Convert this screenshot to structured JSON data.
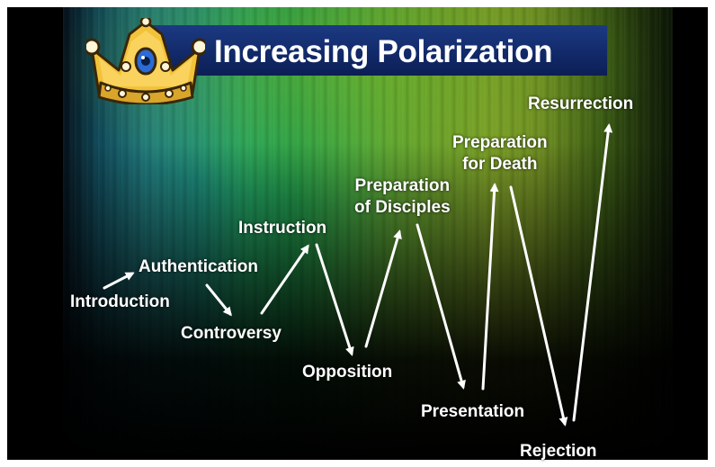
{
  "slide": {
    "title": "Increasing Polarization",
    "crown_icon": "crown-icon",
    "colors": {
      "title_bar": "#122a6a",
      "text": "#ffffff",
      "crown_gold": "#f2c23a"
    }
  },
  "stages": [
    {
      "label": "Introduction"
    },
    {
      "label": "Authentication"
    },
    {
      "label": "Controversy"
    },
    {
      "label": "Instruction"
    },
    {
      "label": "Opposition"
    },
    {
      "label": "Preparation\nof Disciples"
    },
    {
      "label": "Presentation"
    },
    {
      "label": "Preparation\nfor Death"
    },
    {
      "label": "Rejection"
    },
    {
      "label": "Resurrection"
    }
  ]
}
